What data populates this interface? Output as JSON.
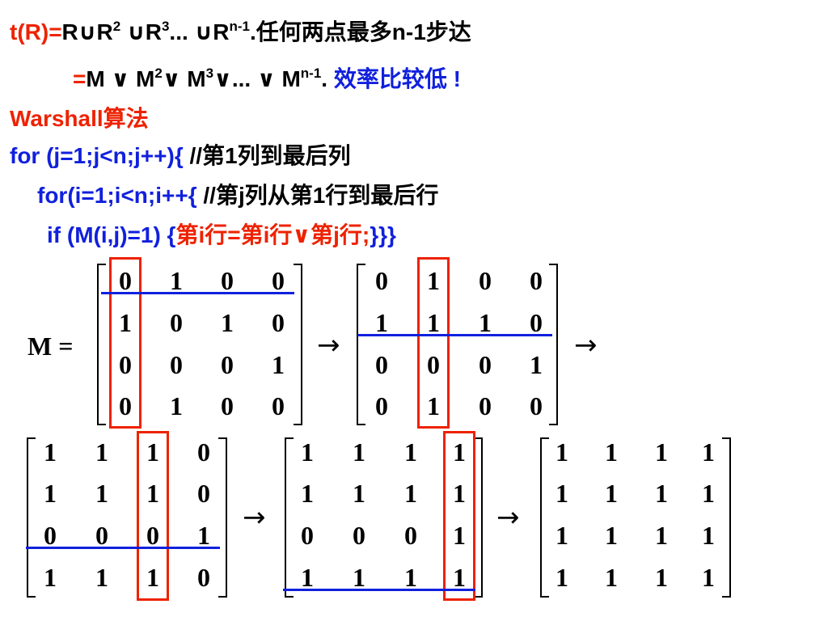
{
  "text": {
    "l1_red": "t(R)=",
    "l1_black_a": "R∪R",
    "l1_sup_a": "2",
    "l1_black_b": " ∪R",
    "l1_sup_b": "3",
    "l1_black_c": "... ∪R",
    "l1_sup_c": "n-1",
    "l1_black_d": ".任何两点最多n-1步达",
    "l2_red": "=",
    "l2_a": "M ∨ M",
    "l2_sup_a": "2",
    "l2_b": "∨ M",
    "l2_sup_b": "3",
    "l2_c": "∨... ∨ M",
    "l2_sup_c": "n-1",
    "l2_d": ". ",
    "l2_blue": "效率比较低 !",
    "l3_red": "Warshall算法",
    "l4_blue": "for (j=1;j<n;j++){",
    "l4_black": " //第1列到最后列",
    "l5_blue": "for(i=1;i<n;i++{",
    "l5_black": " //第j列从第1行到最后行",
    "l6_blue": "if (M(i,j)=1) {",
    "l6_red": "第i行=第i行∨第j行;",
    "l6_blue_end": "}}}"
  },
  "m_label": "M =",
  "arrow_symbol": "→",
  "colors": {
    "red": "#ee2200",
    "blue": "#1020dd",
    "black": "#000000"
  },
  "matrices": [
    {
      "rows": [
        [
          "0",
          "1",
          "0",
          "0"
        ],
        [
          "1",
          "0",
          "1",
          "0"
        ],
        [
          "0",
          "0",
          "0",
          "1"
        ],
        [
          "0",
          "1",
          "0",
          "0"
        ]
      ],
      "hl_col": 0,
      "hl_row": 0
    },
    {
      "rows": [
        [
          "0",
          "1",
          "0",
          "0"
        ],
        [
          "1",
          "1",
          "1",
          "0"
        ],
        [
          "0",
          "0",
          "0",
          "1"
        ],
        [
          "0",
          "1",
          "0",
          "0"
        ]
      ],
      "hl_col": 1,
      "hl_row": 1
    },
    {
      "rows": [
        [
          "1",
          "1",
          "1",
          "0"
        ],
        [
          "1",
          "1",
          "1",
          "0"
        ],
        [
          "0",
          "0",
          "0",
          "1"
        ],
        [
          "1",
          "1",
          "1",
          "0"
        ]
      ],
      "hl_col": 2,
      "hl_row": 2
    },
    {
      "rows": [
        [
          "1",
          "1",
          "1",
          "1"
        ],
        [
          "1",
          "1",
          "1",
          "1"
        ],
        [
          "0",
          "0",
          "0",
          "1"
        ],
        [
          "1",
          "1",
          "1",
          "1"
        ]
      ],
      "hl_col": 3,
      "hl_row": 3
    },
    {
      "rows": [
        [
          "1",
          "1",
          "1",
          "1"
        ],
        [
          "1",
          "1",
          "1",
          "1"
        ],
        [
          "1",
          "1",
          "1",
          "1"
        ],
        [
          "1",
          "1",
          "1",
          "1"
        ]
      ],
      "hl_col": null,
      "hl_row": null
    }
  ]
}
